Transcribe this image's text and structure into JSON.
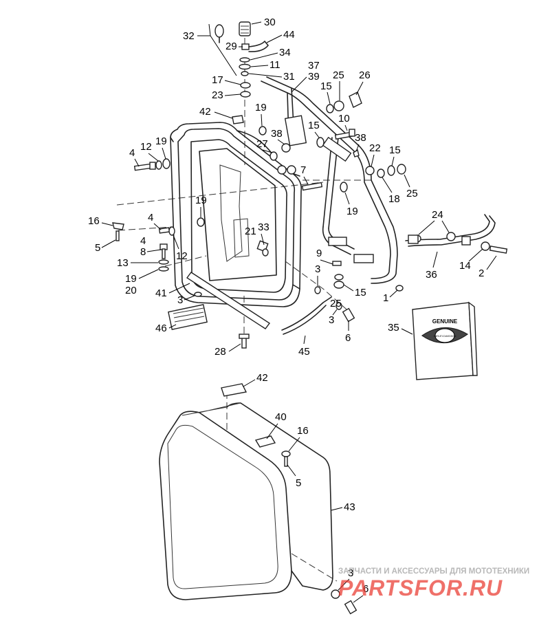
{
  "labels": {
    "p1": "1",
    "p2": "2",
    "p3a": "3",
    "p3b": "3",
    "p3c": "3",
    "p3d": "3",
    "p4a": "4",
    "p4b": "4",
    "p4c": "4",
    "p5a": "5",
    "p5b": "5",
    "p6a": "6",
    "p6b": "6",
    "p7": "7",
    "p8": "8",
    "p9": "9",
    "p10": "10",
    "p11": "11",
    "p12a": "12",
    "p12b": "12",
    "p13": "13",
    "p14": "14",
    "p15a": "15",
    "p15b": "15",
    "p15c": "15",
    "p15d": "15",
    "p16a": "16",
    "p16b": "16",
    "p17": "17",
    "p18": "18",
    "p19a": "19",
    "p19b": "19",
    "p19c": "19",
    "p19d": "19",
    "p19e": "19",
    "p20": "20",
    "p21": "21",
    "p22": "22",
    "p23": "23",
    "p24": "24",
    "p25a": "25",
    "p25b": "25",
    "p25c": "25",
    "p26": "26",
    "p27": "27",
    "p28": "28",
    "p29": "29",
    "p30": "30",
    "p31": "31",
    "p32": "32",
    "p33": "33",
    "p34": "34",
    "p35": "35",
    "p36": "36",
    "p37": "37",
    "p38a": "38",
    "p38b": "38",
    "p39": "39",
    "p40": "40",
    "p41": "41",
    "p42a": "42",
    "p42b": "42",
    "p43": "43",
    "p44": "44",
    "p45": "45",
    "p46": "46"
  },
  "badge": {
    "top": "GENUINE",
    "middle": "HARLEY-DAVIDSON",
    "bottom": "MOTOR PARTS"
  },
  "watermark": {
    "caption": "ЗАПЧАСТИ И АКСЕССУАРЫ ДЛЯ МОТОТЕХНИКИ",
    "logo": "PARTSFOR.RU",
    "logo_color": "#e8332a"
  },
  "colors": {
    "line": "#222222",
    "background": "#ffffff",
    "shade": "#cfcfcf"
  }
}
